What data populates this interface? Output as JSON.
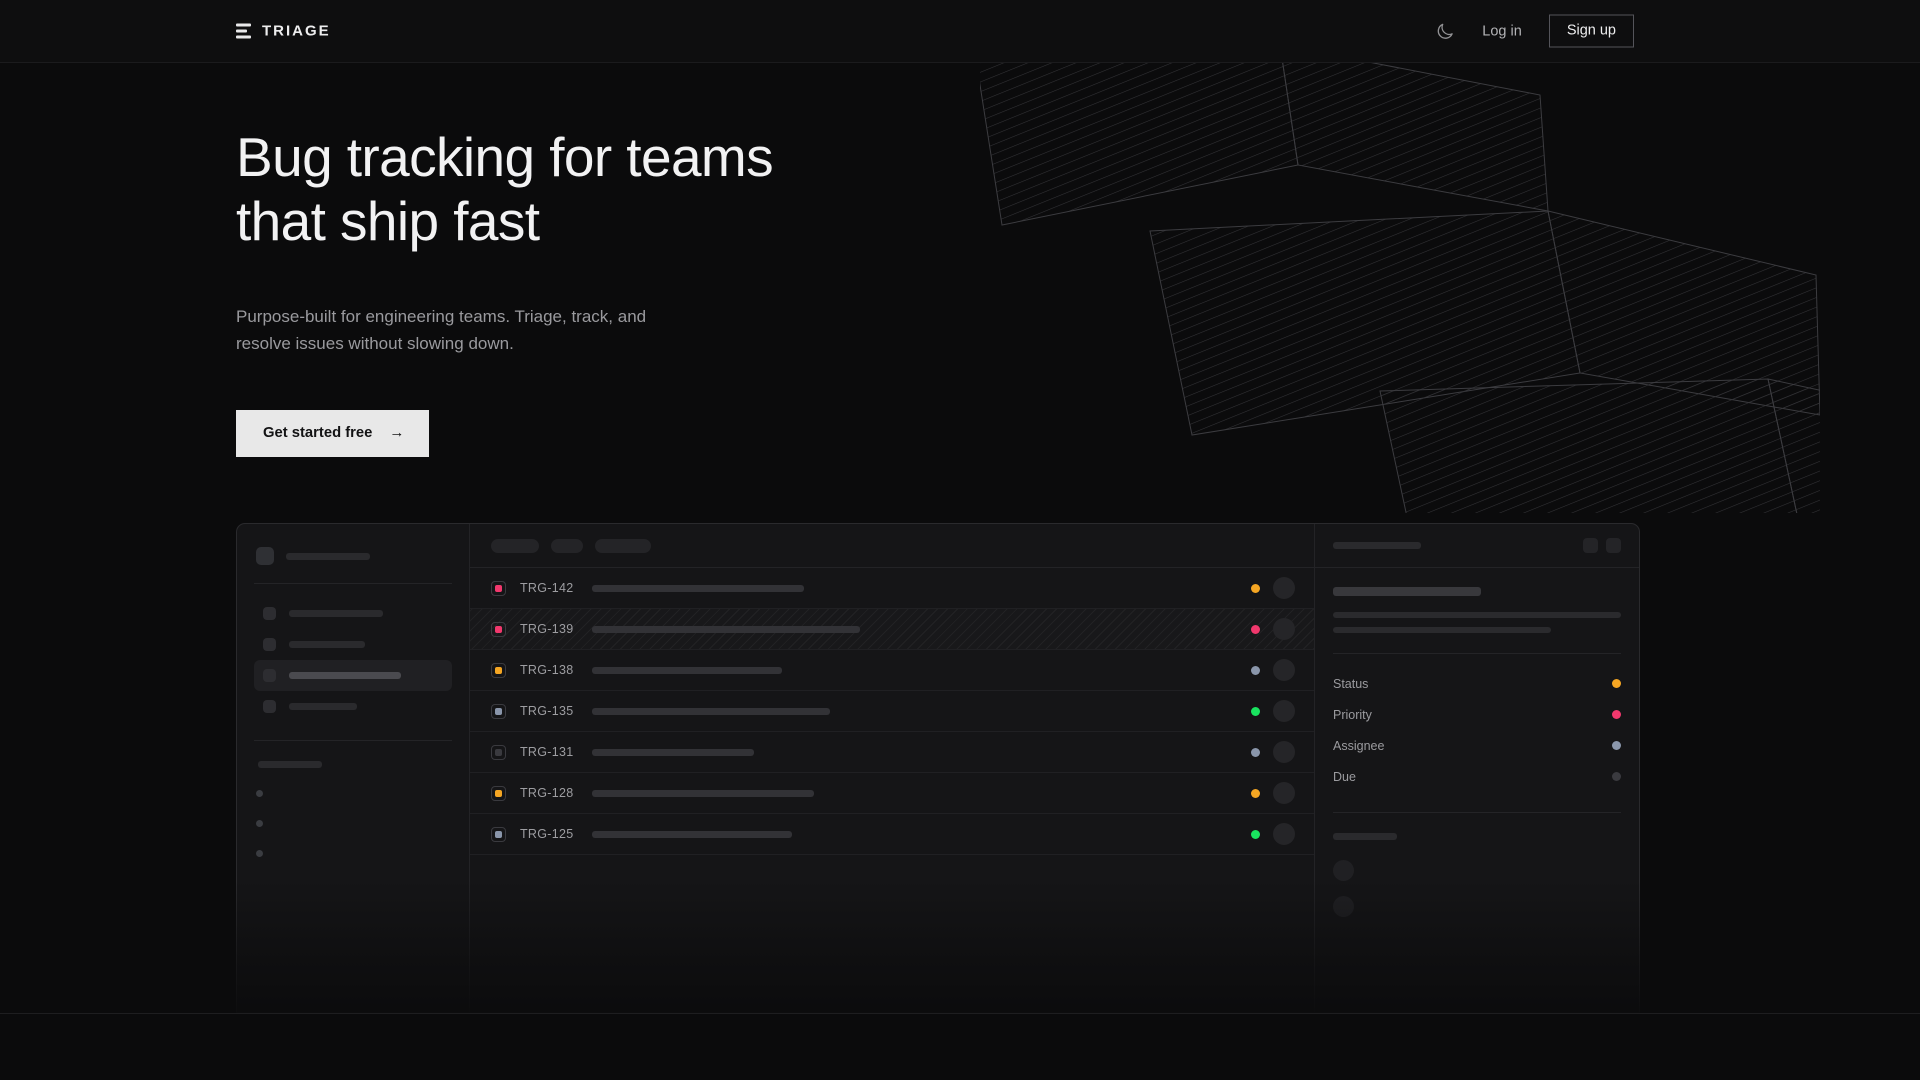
{
  "header": {
    "brand": "TRIAGE",
    "theme_toggle_icon": "moon-icon",
    "login_label": "Log in",
    "signup_label": "Sign up"
  },
  "hero": {
    "title": "Bug tracking for teams\nthat ship fast",
    "subtitle": "Purpose-built for engineering teams. Triage, track, and\nresolve issues without slowing down.",
    "cta_label": "Get started free",
    "cta_arrow": "→"
  },
  "colors": {
    "page_bg": "#0b0b0c",
    "header_bg": "#0e0e0f",
    "panel_bg": "#151517",
    "border": "#2a2a2d",
    "text_primary": "#f2f2f3",
    "text_muted": "#9a9a9e",
    "cta_bg": "#e8e8e8",
    "amber": "#f5a623",
    "pink": "#f1386d",
    "green": "#19e35f",
    "slate": "#8a96ab",
    "grey": "#3a3a3f"
  },
  "mockup": {
    "sidebar": {
      "workspace_skeleton_width": 84,
      "nav_items": [
        {
          "label_width": 94,
          "active": false
        },
        {
          "label_width": 76,
          "active": false
        },
        {
          "label_width": 112,
          "active": true
        },
        {
          "label_width": 68,
          "active": false
        }
      ],
      "section_label_width": 64,
      "mini_items": 3
    },
    "list": {
      "filter_chips": [
        48,
        32,
        56
      ],
      "rows": [
        {
          "id": "TRG-142",
          "priority": "pink",
          "status": "amber",
          "title_width": 212,
          "selected": false
        },
        {
          "id": "TRG-139",
          "priority": "pink",
          "status": "pink",
          "title_width": 268,
          "selected": true
        },
        {
          "id": "TRG-138",
          "priority": "amber",
          "status": "slate",
          "title_width": 190,
          "selected": false
        },
        {
          "id": "TRG-135",
          "priority": "slate",
          "status": "green",
          "title_width": 238,
          "selected": false
        },
        {
          "id": "TRG-131",
          "priority": "grey",
          "status": "slate",
          "title_width": 162,
          "selected": false
        },
        {
          "id": "TRG-128",
          "priority": "amber",
          "status": "amber",
          "title_width": 222,
          "selected": false
        },
        {
          "id": "TRG-125",
          "priority": "slate",
          "status": "green",
          "title_width": 200,
          "selected": false
        }
      ]
    },
    "detail": {
      "title_skeleton_width": 88,
      "action_buttons": 2,
      "heading_skeleton_width": 148,
      "body_lines": [
        288,
        218
      ],
      "meta": [
        {
          "label": "Status",
          "color": "amber"
        },
        {
          "label": "Priority",
          "color": "pink"
        },
        {
          "label": "Assignee",
          "color": "slate"
        },
        {
          "label": "Due",
          "color": "grey"
        }
      ],
      "footer_label_width": 64,
      "footer_avatars": 2
    }
  }
}
